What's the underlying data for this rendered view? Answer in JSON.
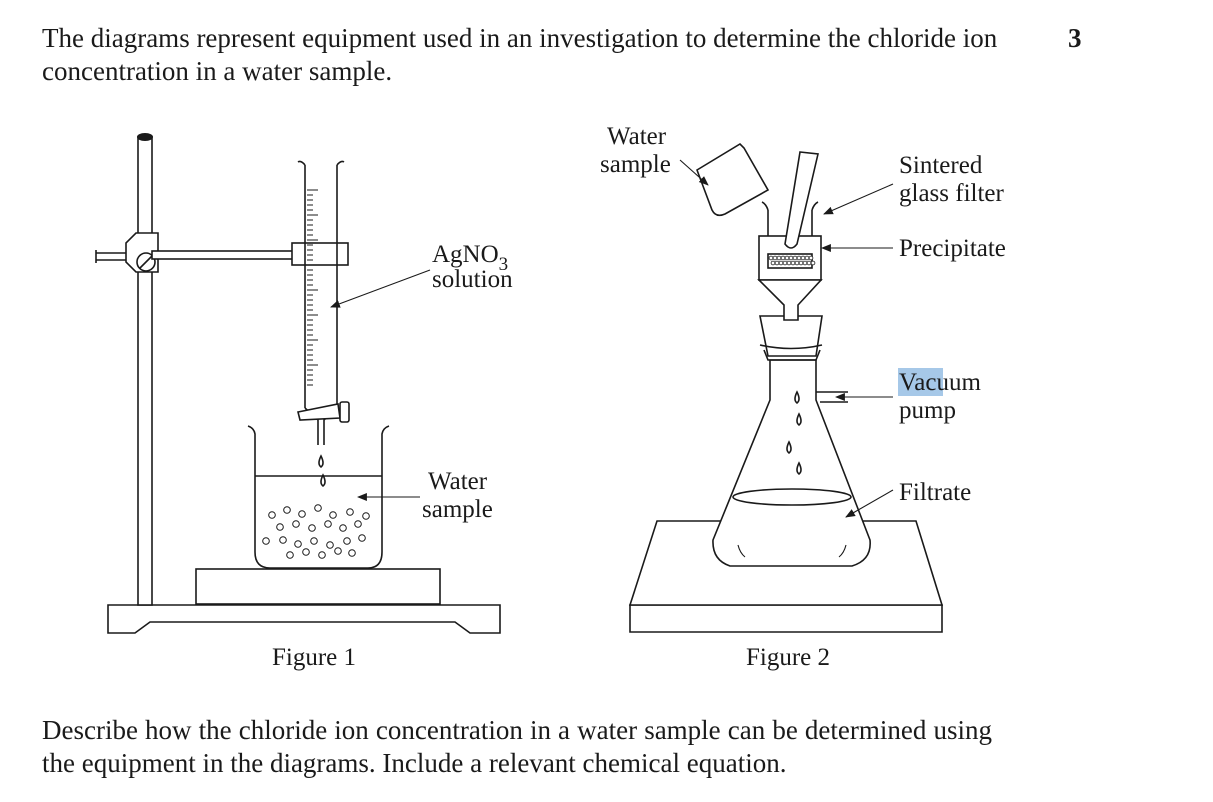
{
  "question_number": "3",
  "intro": "The diagrams represent equipment used in an investigation to determine the chloride ion concentration in a water sample.",
  "question": "Describe how the chloride ion concentration in a water sample can be determined using the equipment in the diagrams. Include a relevant chemical equation.",
  "figure1": {
    "caption": "Figure 1",
    "labels": {
      "agno3": "AgNO",
      "agno3_subscript": "3",
      "agno3_line2": "solution",
      "water_line1": "Water",
      "water_line2": "sample"
    }
  },
  "figure2": {
    "caption": "Figure 2",
    "labels": {
      "water_line1": "Water",
      "water_line2": "sample",
      "filter_line1": "Sintered",
      "filter_line2": "glass filter",
      "precipitate": "Precipitate",
      "vacuum_highlight": "Vac",
      "vacuum_rest": "uum",
      "pump": "pump",
      "filtrate": "Filtrate"
    }
  },
  "colors": {
    "text_highlight": "#a6c8e8"
  }
}
